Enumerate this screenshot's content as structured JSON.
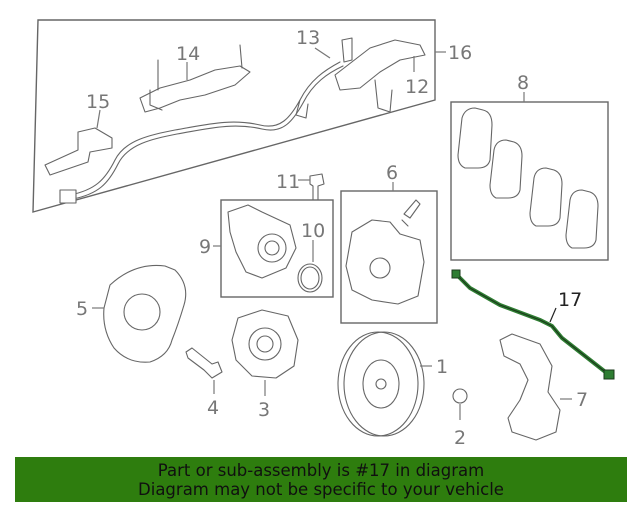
{
  "callouts": {
    "c1": "1",
    "c2": "2",
    "c3": "3",
    "c4": "4",
    "c5": "5",
    "c6": "6",
    "c7": "7",
    "c8": "8",
    "c9": "9",
    "c10": "10",
    "c11": "11",
    "c12": "12",
    "c13": "13",
    "c14": "14",
    "c15": "15",
    "c16": "16",
    "c17": "17"
  },
  "highlight": {
    "part_number": "17",
    "color": "#2e7d32"
  },
  "banner": {
    "line1": "Part or sub-assembly is #17 in diagram",
    "line2": "Diagram may not be specific to your vehicle",
    "background": "#2e7d0e"
  }
}
